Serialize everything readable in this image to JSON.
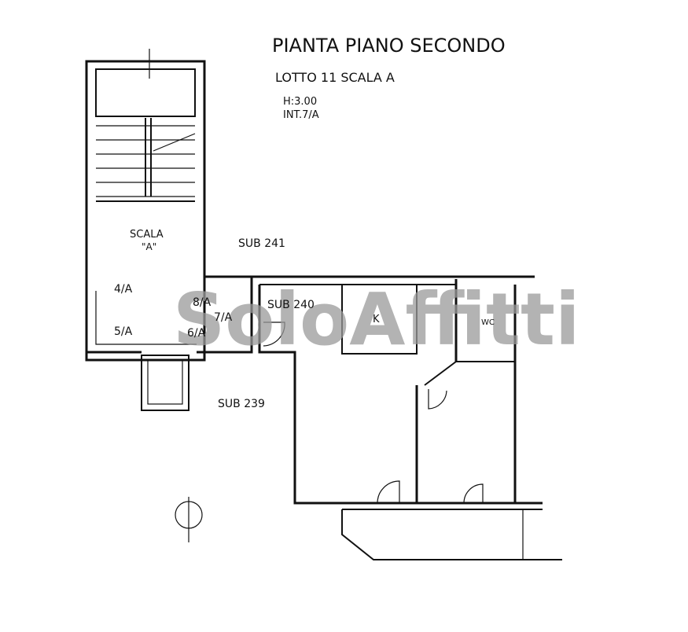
{
  "title": "PIANTA PIANO SECONDO",
  "subtitle": "LOTTO 11 SCALA A",
  "height_label": "H:3.00",
  "unit_label": "INT.7/A",
  "stair_label": "SCALA",
  "stair_name": "\"A\"",
  "units": [
    "4/A",
    "5/A",
    "8/A",
    "7/A",
    "6/A"
  ],
  "sub_labels": {
    "sub241": "SUB 241",
    "sub240": "SUB 240",
    "sub239": "SUB 239"
  },
  "rooms": {
    "kitchen": "K",
    "bathroom": "WC"
  },
  "watermark": "SoloAffitti",
  "colors": {
    "lines": "#111111",
    "watermark": "#9a9a9a"
  }
}
